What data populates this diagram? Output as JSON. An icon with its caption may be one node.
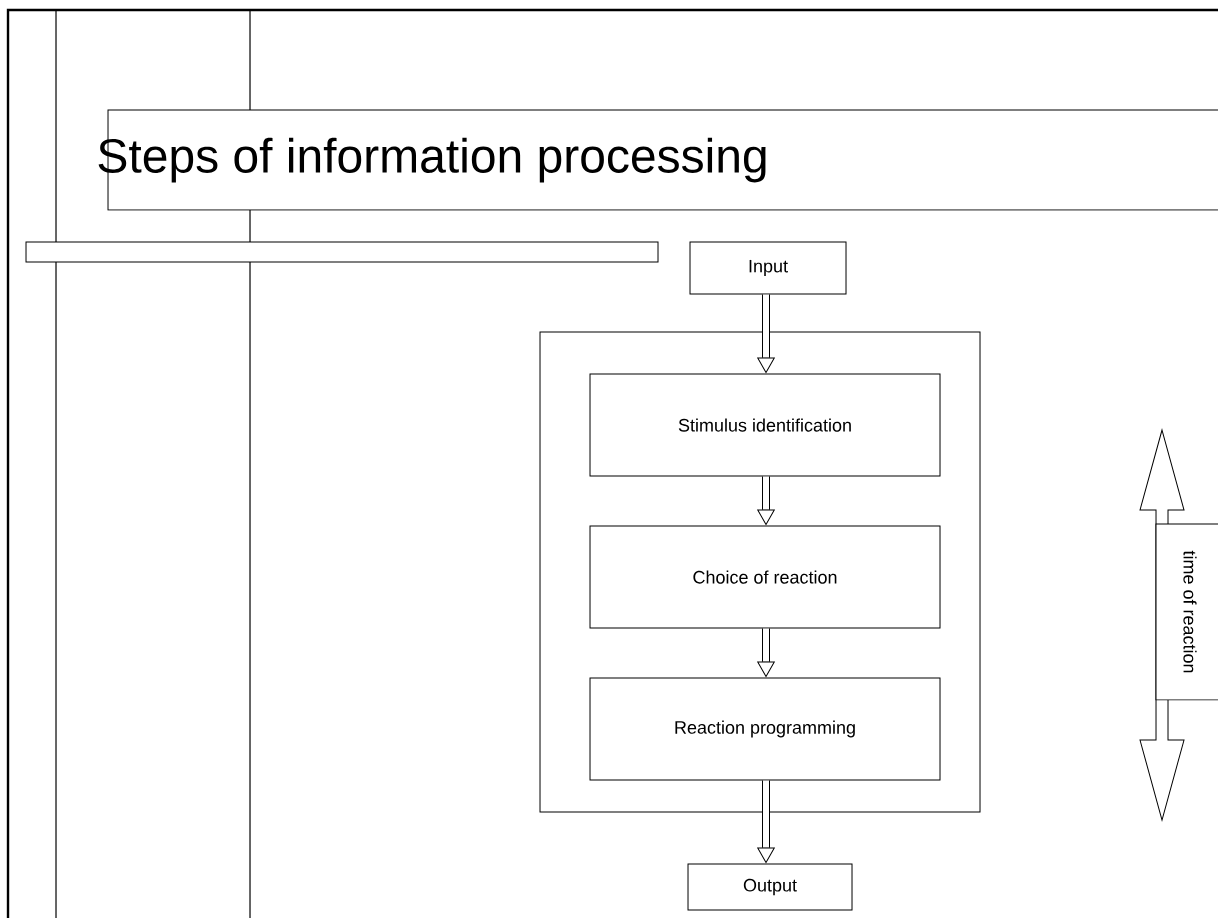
{
  "diagram": {
    "title": "Steps of information processing",
    "nodes": [
      {
        "text": [
          "Input"
        ]
      },
      {
        "text": [],
        "shape": "box"
      },
      {
        "text": [
          "Stimulus identification"
        ],
        "in": 1
      },
      {
        "text": [
          "Choice of reaction"
        ],
        "in": 1
      },
      {
        "text": [
          "Reaction programming"
        ],
        "in": 1
      },
      {
        "text": [
          "Output"
        ]
      },
      {
        "text": [
          "time of reaction"
        ]
      }
    ],
    "edges": [
      {
        "from": 0,
        "to": 2,
        "arrow": "to"
      },
      {
        "from": 2,
        "to": 3,
        "arrow": "to"
      },
      {
        "from": 3,
        "to": 4,
        "arrow": "to"
      },
      {
        "from": 4,
        "to": 5,
        "arrow": "to"
      }
    ]
  }
}
